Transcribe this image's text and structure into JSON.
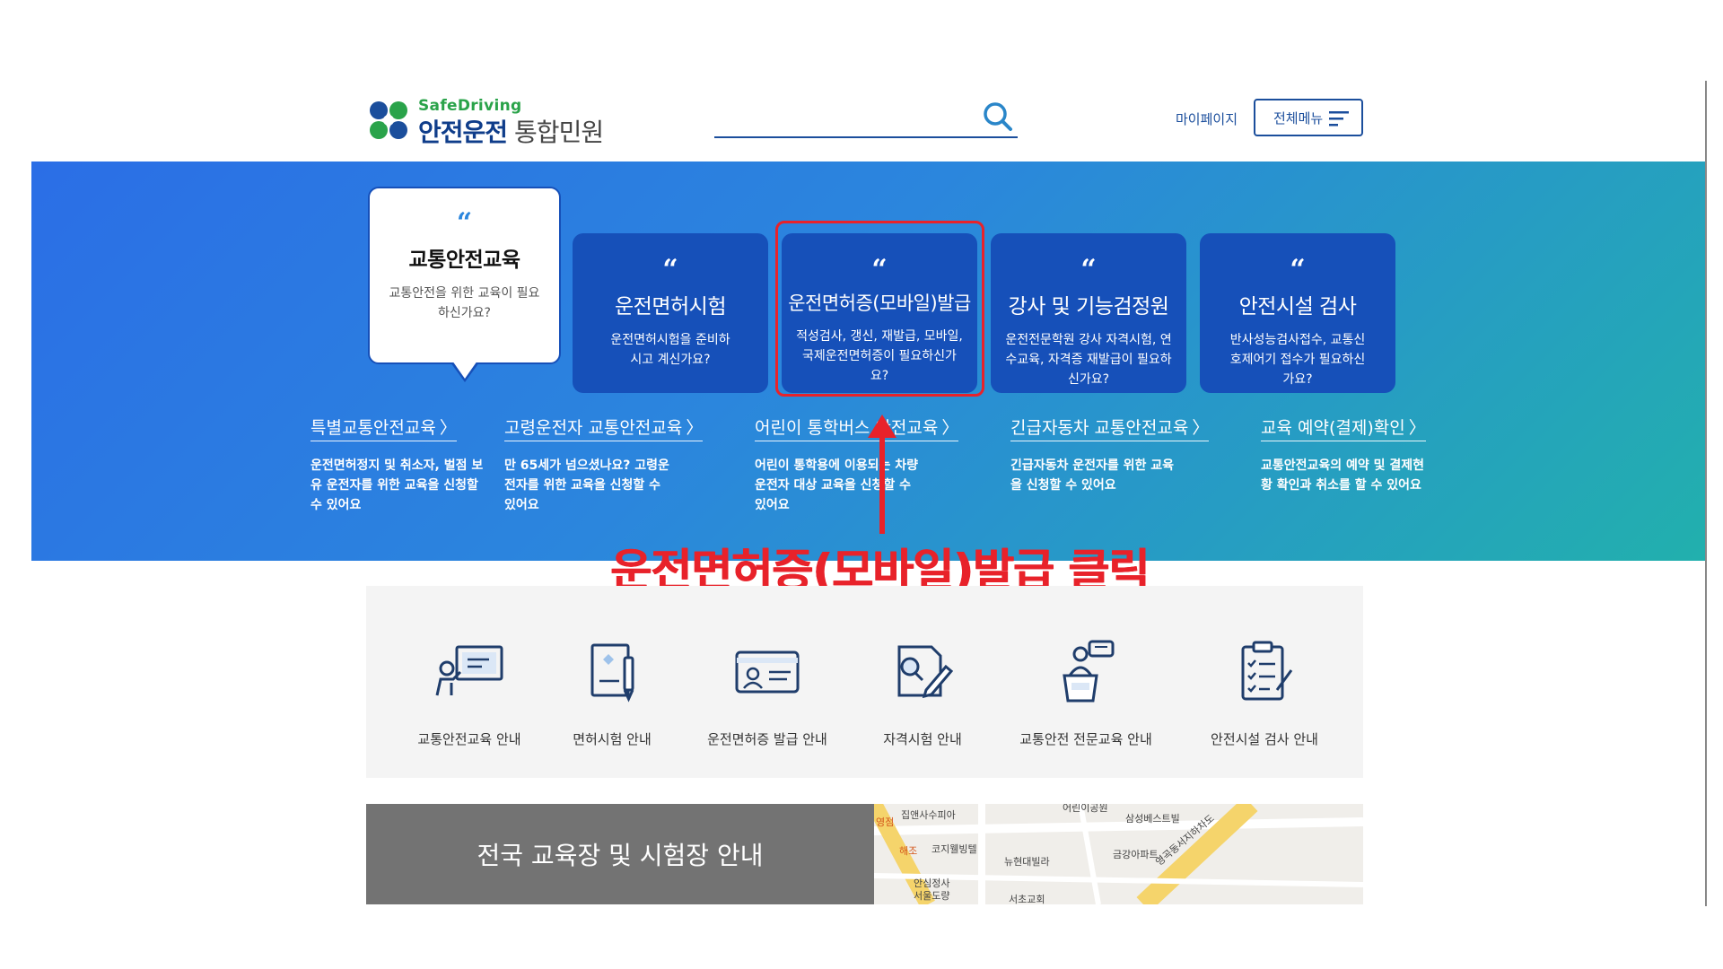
{
  "header": {
    "logo_en": "SafeDriving",
    "logo_ko": "안전운전",
    "logo_sub": "통합민원",
    "search_icon": "search-icon",
    "mypage_label": "마이페이지",
    "all_menu_label": "전체메뉴",
    "menu_icon": "hamburger-icon"
  },
  "hero": {
    "cards": [
      {
        "title": "교통안전교육",
        "desc": "교통안전을 위한 교육이 필요하신가요?",
        "active": true
      },
      {
        "title": "운전면허시험",
        "desc": "운전면허시험을 준비하시고 계신가요?"
      },
      {
        "title": "운전면허증(모바일)발급",
        "desc": "적성검사, 갱신, 재발급, 모바일, 국제운전면허증이 필요하신가요?"
      },
      {
        "title": "강사 및 기능검정원",
        "desc": "운전전문학원 강사 자격시험, 연수교육, 자격증 재발급이 필요하신가요?"
      },
      {
        "title": "안전시설 검사",
        "desc": "반사성능검사접수, 교통신호제어기 접수가 필요하신가요?"
      }
    ],
    "quote_mark": "“",
    "links": [
      {
        "title": "특별교통안전교육",
        "desc": "운전면허정지 및 취소자, 벌점 보유 운전자를 위한 교육을 신청할 수 있어요"
      },
      {
        "title": "고령운전자 교통안전교육",
        "desc": "만 65세가 넘으셨나요? 고령운전자를 위한 교육을 신청할 수 있어요"
      },
      {
        "title": "어린이 통학버스 안전교육",
        "desc": "어린이 통학용에 이용되는 차량 운전자 대상 교육을 신청할 수 있어요"
      },
      {
        "title": "긴급자동차 교통안전교육",
        "desc": "긴급자동차 운전자를 위한 교육을 신청할 수 있어요"
      },
      {
        "title": "교육 예약(결제)확인",
        "desc": "교통안전교육의 예약 및 결제현황 확인과 취소를 할 수 있어요"
      }
    ],
    "arrow_glyph": "〉"
  },
  "annotation": {
    "callout": "운전면허증(모바일)발급 클릭",
    "color": "#e8222a"
  },
  "guides": [
    {
      "label": "교통안전교육 안내",
      "icon": "teacher-board-icon"
    },
    {
      "label": "면허시험 안내",
      "icon": "document-pen-icon"
    },
    {
      "label": "운전면허증 발급 안내",
      "icon": "id-card-icon"
    },
    {
      "label": "자격시험 안내",
      "icon": "exam-pen-icon"
    },
    {
      "label": "교통안전 전문교육 안내",
      "icon": "lecturer-podium-icon"
    },
    {
      "label": "안전시설 검사 안내",
      "icon": "checklist-icon"
    }
  ],
  "bottom": {
    "center_title": "전국 교육장 및 시험장 안내",
    "map_labels": [
      "영점",
      "집앤사수피아",
      "어린이공원",
      "삼성베스트빌",
      "해조",
      "코지웰빙텔",
      "뉴현대빌라",
      "금강아파트",
      "안심정사",
      "서울도량",
      "서초교회",
      "영곡동서지하차도"
    ]
  },
  "colors": {
    "brand_navy": "#1650b9",
    "brand_green": "#2aa34a",
    "hero_start": "#2b6ee6",
    "hero_end": "#22b0ad"
  }
}
